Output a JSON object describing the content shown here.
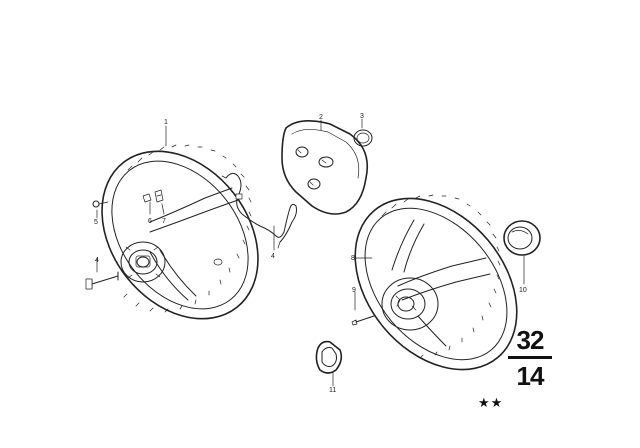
{
  "callouts": {
    "c1": "1",
    "c2": "2",
    "c3": "3",
    "c4a": "4",
    "c4b": "4",
    "c5": "5",
    "c6": "6",
    "c7": "7",
    "c8": "8",
    "c9": "9",
    "c10": "10",
    "c11": "11"
  },
  "group": {
    "main": "32",
    "sub": "14"
  },
  "stars": "★★"
}
